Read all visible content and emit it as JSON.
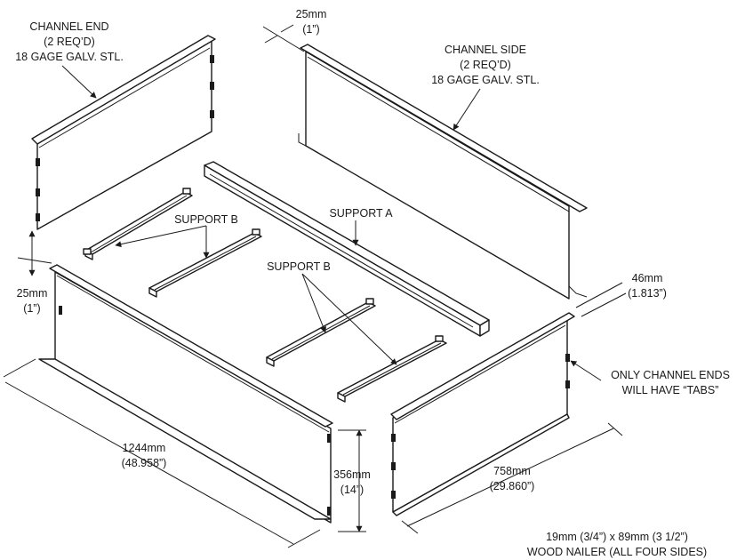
{
  "labels": {
    "channel_end": [
      "CHANNEL END",
      "(2 REQ’D)",
      "18 GAGE GALV. STL."
    ],
    "channel_side": [
      "CHANNEL SIDE",
      "(2 REQ’D)",
      "18 GAGE GALV. STL."
    ],
    "support_a": "SUPPORT A",
    "support_b_1": "SUPPORT B",
    "support_b_2": "SUPPORT B",
    "tabs_note": [
      "ONLY CHANNEL ENDS",
      "WILL HAVE “TABS”"
    ],
    "wood_nailer": [
      "19mm (3/4”) x 89mm (3 1/2”)",
      "WOOD NAILER (ALL FOUR SIDES)"
    ]
  },
  "dimensions": {
    "top_gap": [
      "25mm",
      "(1”)"
    ],
    "left_gap": [
      "25mm",
      "(1”)"
    ],
    "side_gap": [
      "46mm",
      "(1.813”)"
    ],
    "length": [
      "1244mm",
      "(48.958”)"
    ],
    "height": [
      "356mm",
      "(14”)"
    ],
    "width": [
      "758mm",
      "(29.860”)"
    ]
  }
}
